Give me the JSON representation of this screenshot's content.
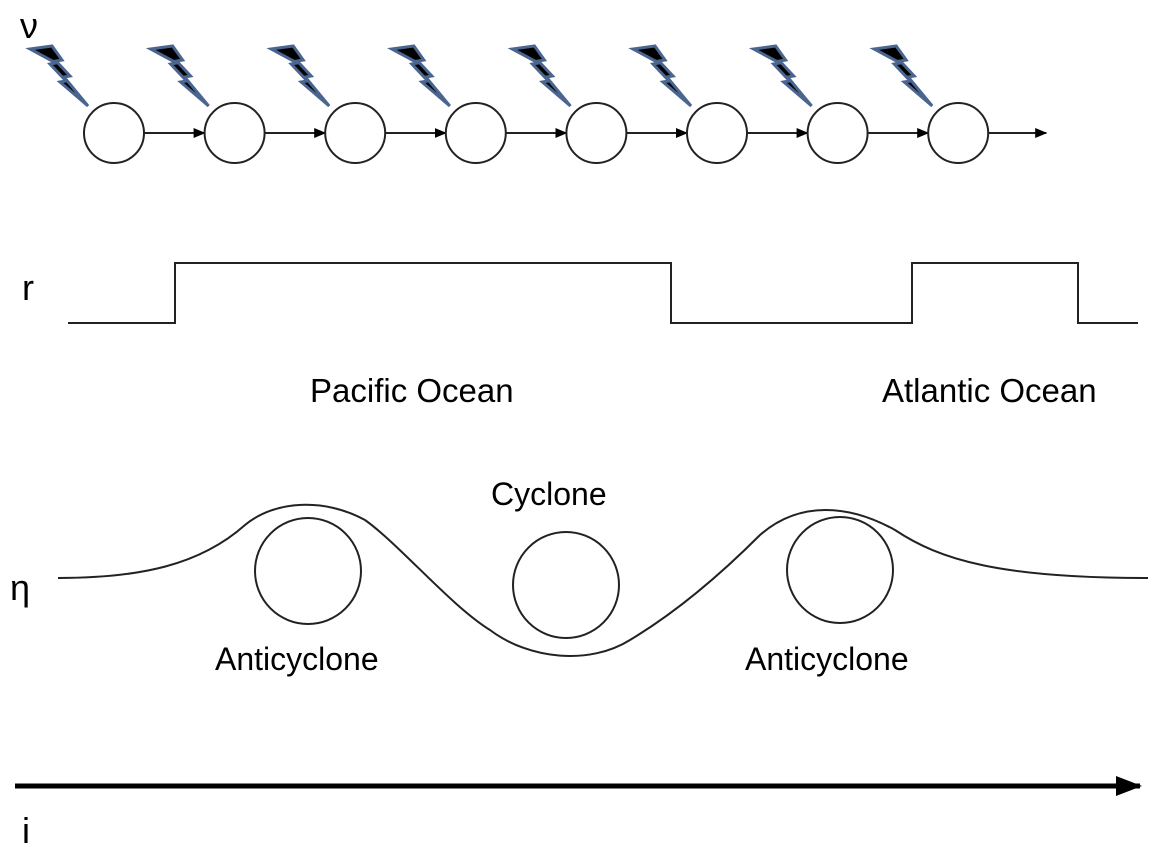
{
  "diagram": {
    "variables": {
      "nu": "ν",
      "r": "r",
      "eta": "η",
      "i": "i"
    },
    "chain": {
      "node_count": 8,
      "forcing_icon": "lightning-bolt-icon",
      "bolt_color": "#4a6590",
      "description": "Sequence of nodes each receiving a stochastic forcing, linked by arrows"
    },
    "r_signal": {
      "levels": [
        "low",
        "high",
        "low",
        "high",
        "low"
      ],
      "regions": [
        {
          "label": "Pacific Ocean",
          "state": "high"
        },
        {
          "label": "Atlantic Ocean",
          "state": "high"
        }
      ]
    },
    "eta_profile": {
      "features": [
        {
          "label": "Anticyclone",
          "shape": "crest"
        },
        {
          "label": "Cyclone",
          "shape": "trough"
        },
        {
          "label": "Anticyclone",
          "shape": "crest"
        }
      ]
    },
    "axis": {
      "label": "i",
      "direction": "right"
    }
  }
}
